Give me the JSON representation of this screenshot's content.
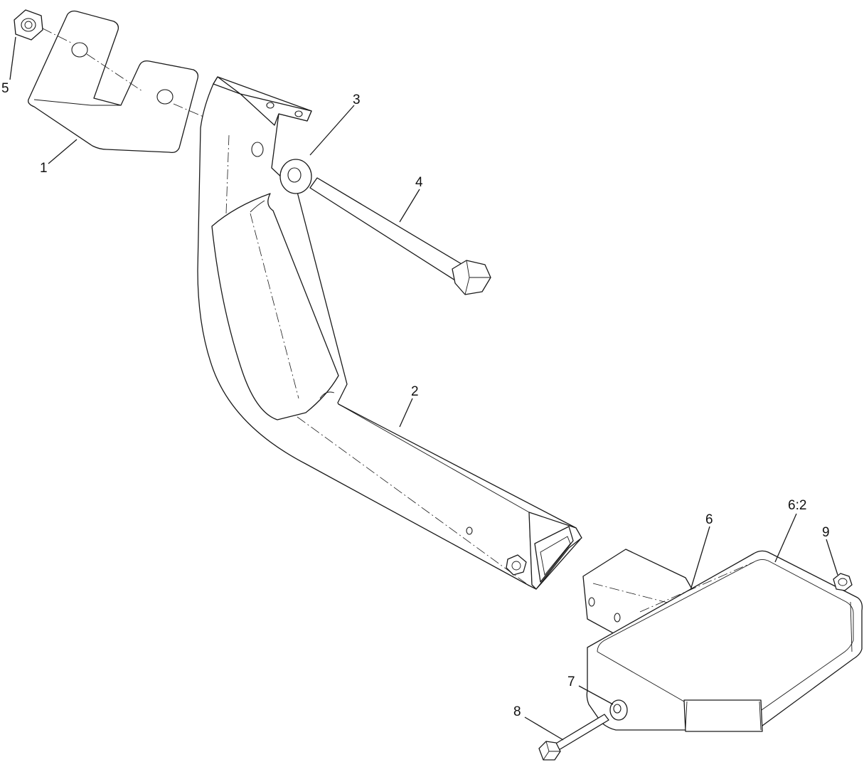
{
  "diagram": {
    "callouts": {
      "c1": "1",
      "c2": "2",
      "c3": "3",
      "c4": "4",
      "c5": "5",
      "c6": "6",
      "c6_2": "6:2",
      "c7": "7",
      "c8": "8",
      "c9": "9"
    }
  }
}
